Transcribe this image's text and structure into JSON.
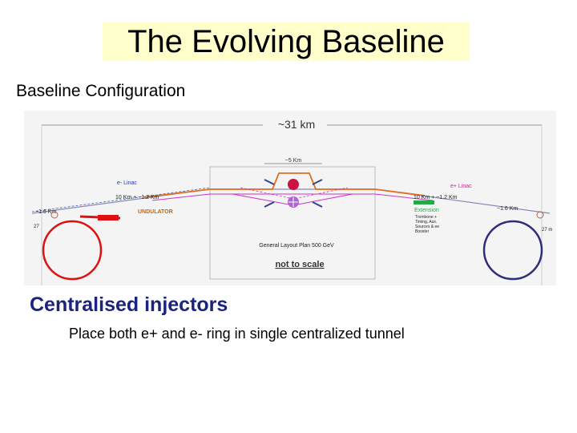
{
  "slide": {
    "title": "The Evolving Baseline",
    "subtitle": "Baseline Configuration",
    "section_heading": "Centralised injectors",
    "body": "Place both e+ and e- ring in single centralized tunnel"
  },
  "diagram": {
    "overall_length": "~31 km",
    "center_length": "~5 Km",
    "left_linac": "e- Linac",
    "right_linac": "e+ Linac",
    "left_linac_length": "10 Km + ~1.2 Km",
    "right_linac_length": "10 Km + ~1.2 Km",
    "left_rtml": "~1.6 Km",
    "right_rtml": "~1.6 Km",
    "left_ring": "27",
    "right_ring": "27 m",
    "undulator": "UNDULATOR",
    "extension": "Extension",
    "extension_note_1": "Trombone +",
    "extension_note_2": "Timing, Aux.",
    "extension_note_3": "Sources & ee",
    "extension_note_4": "Booster",
    "layout_caption": "General Layout Plan 500 GeV",
    "scale_note": "not to scale"
  },
  "colors": {
    "title_background": "#ffffcc",
    "heading": "#1a237e",
    "electron_ring": "#dd1111",
    "positron_ring": "#2e2e7a",
    "electron_beam": "#e07020",
    "positron_beam": "#cc33cc"
  }
}
